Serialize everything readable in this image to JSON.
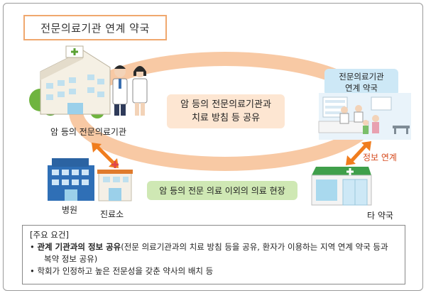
{
  "title": "전문의료기관 연계 약국",
  "nodes": {
    "specialist_hospital": "암 등의 전문의료기관",
    "hospital": "병원",
    "clinic": "진료소",
    "other_pharmacy": "타 약국",
    "linked_pharmacy_line1": "전문의료기관",
    "linked_pharmacy_line2": "연계 약국"
  },
  "center_label_line1": "암 등의 전문의료기관과",
  "center_label_line2": "치료 방침 등 공유",
  "field_label": "암 등의 전문 의료 이외의 의료 현장",
  "info_link_label": "정보 연계",
  "requirements": {
    "header": "[주요 요건]",
    "item1_bold": "관계 기관과의 정보 공유",
    "item1_rest": "(전문 의료기관과의 치료 방침 등을 공유, 환자가 이용하는 지역 연계 약국 등과",
    "item1_cont": "복약 정보 공유)",
    "item2": "학회가 인정하고 높은 전문성을 갖춘 약사의 배치 등"
  },
  "colors": {
    "accent_orange": "#f0a86e",
    "ellipse": "#f8c9a4",
    "arrow": "#f07d1e",
    "pill_orange": "#fde6d2",
    "pill_green": "#cfe8b4",
    "pill_blue": "#cde8f6",
    "info_text": "#d6491c"
  }
}
